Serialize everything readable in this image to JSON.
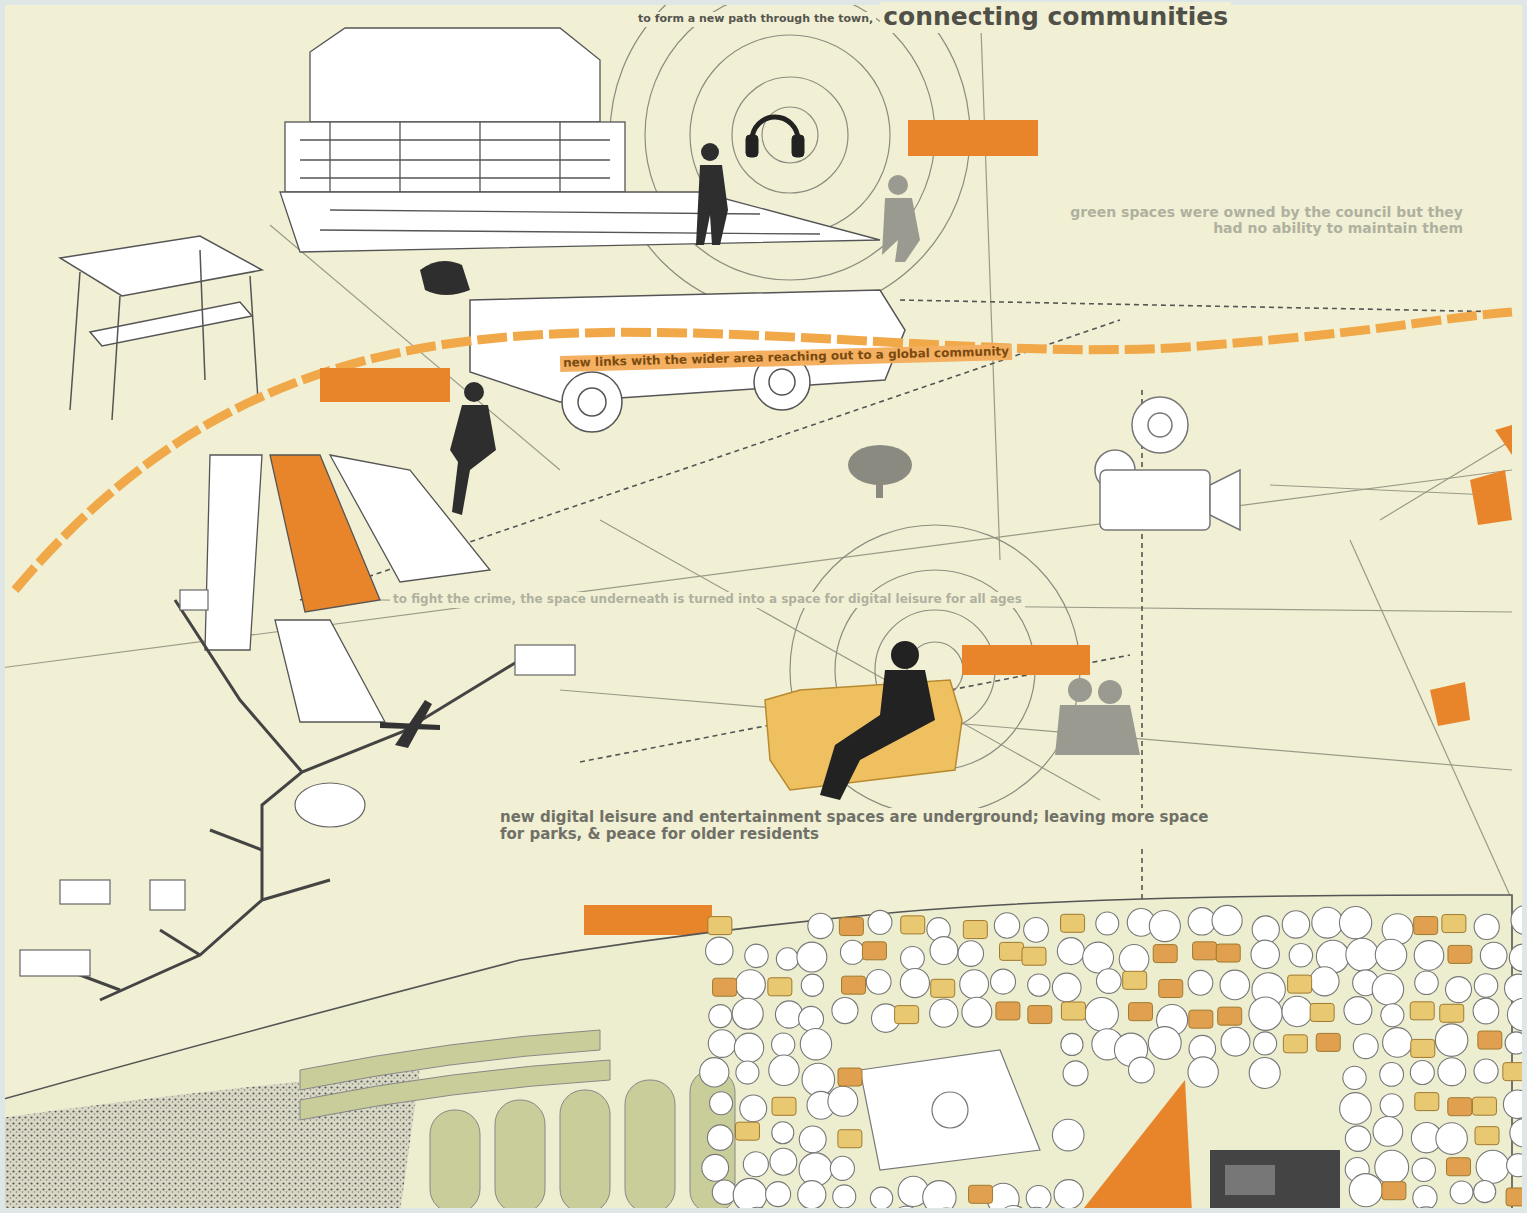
{
  "diagram": {
    "labels": [
      "to form a new path through the town,",
      "connecting communities",
      "green spaces were owned by the council but they had no ability to maintain them",
      "new links with the wider area reaching out to a global community",
      "to fight the crime, the space underneath is turned into a space for digital leisure for all ages",
      "new digital leisure and entertainment spaces are underground; leaving more space for parks, & peace for older residents"
    ]
  }
}
